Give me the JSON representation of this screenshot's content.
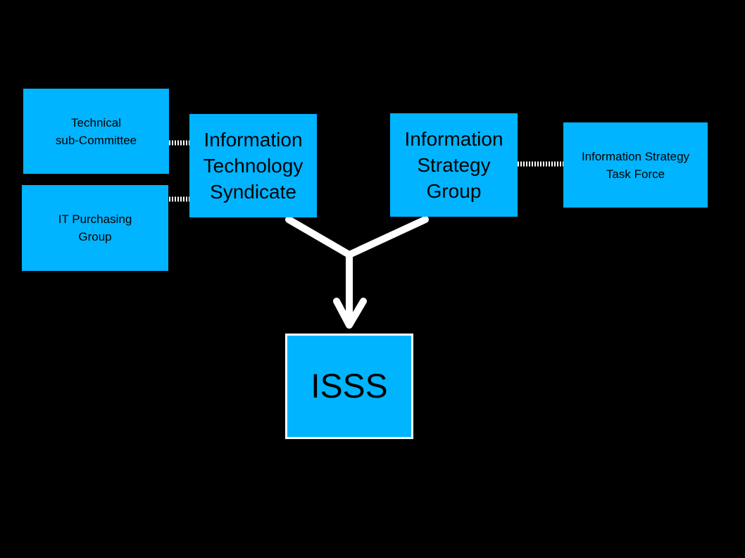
{
  "diagram": {
    "background_color": "#000000",
    "box_color": "#00b4ff",
    "connector_color": "#ffffff",
    "nodes": {
      "technical_sub_committee": "Technical\nsub-Committee",
      "it_purchasing_group": "IT Purchasing\nGroup",
      "information_technology_syndicate": "Information\nTechnology\nSyndicate",
      "information_strategy_group": "Information\nStrategy\nGroup",
      "information_strategy_task_force": "Information Strategy\nTask Force",
      "isss": "ISSS"
    }
  }
}
